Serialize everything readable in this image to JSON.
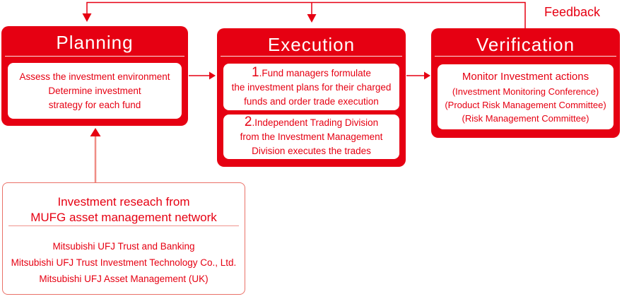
{
  "colors": {
    "brand_red": "#e60012",
    "connector_light_red": "#ef8d85",
    "card_white": "#ffffff"
  },
  "feedback": {
    "label": "Feedback"
  },
  "stages": {
    "planning": {
      "title": "Planning",
      "lines": [
        "Assess the investment environment",
        "Determine investment",
        "strategy for each fund"
      ]
    },
    "execution": {
      "title": "Execution",
      "items": [
        {
          "number": "1",
          "lines": [
            ".Fund managers formulate",
            "the investment plans for their charged",
            "funds and order trade execution"
          ]
        },
        {
          "number": "2",
          "lines": [
            ".Independent Trading Division",
            "from the Investment Management",
            "Division executes the trades"
          ]
        }
      ]
    },
    "verification": {
      "title": "Verification",
      "main": "Monitor Investment actions",
      "details": [
        "(Investment Monitoring Conference)",
        "(Product Risk Management Committee)",
        "(Risk Management Committee)"
      ]
    }
  },
  "research": {
    "title_lines": [
      "Investment reseach from",
      "MUFG asset management network"
    ],
    "companies": [
      "Mitsubishi UFJ Trust and Banking",
      "Mitsubishi UFJ Trust Investment Technology Co., Ltd.",
      "Mitsubishi UFJ Asset Management (UK)"
    ]
  }
}
